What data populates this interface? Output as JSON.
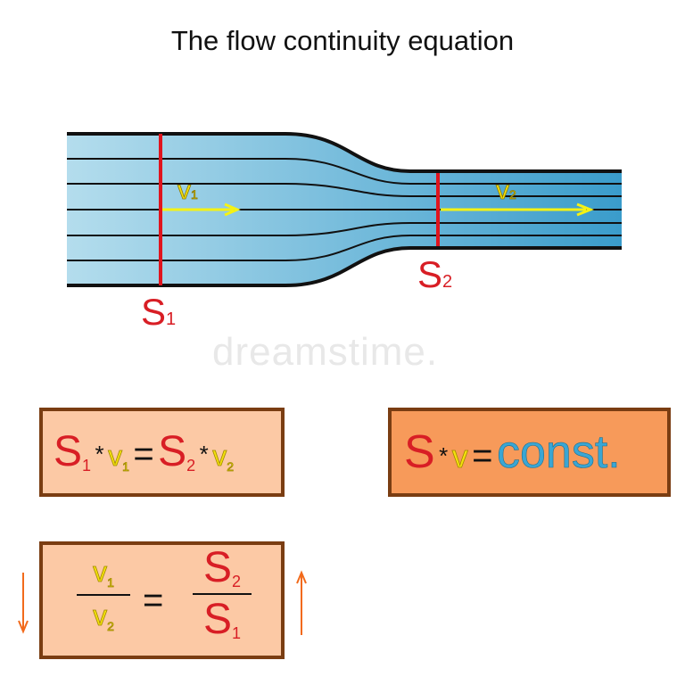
{
  "title": "The flow continuity equation",
  "pipe_labels": {
    "S": "S",
    "v": "v",
    "one": "1",
    "two": "2"
  },
  "equation1": {
    "S": "S",
    "v": "v",
    "one": "1",
    "two": "2",
    "times": "*",
    "equals": "="
  },
  "equation2": {
    "S": "S",
    "v": "v",
    "times": "*",
    "equals": "=",
    "const": "const."
  },
  "equation3": {
    "S": "S",
    "v": "v",
    "one": "1",
    "two": "2",
    "equals": "="
  },
  "watermark": "dreamstime.",
  "colors": {
    "S": "#d81e25",
    "v": "#f4e10c",
    "const": "#3aa6d4",
    "box_border": "#7a3d12",
    "box_light": "#fcc9a5",
    "box_dark": "#f79a5a",
    "arrow_orange": "#f26a1b"
  }
}
